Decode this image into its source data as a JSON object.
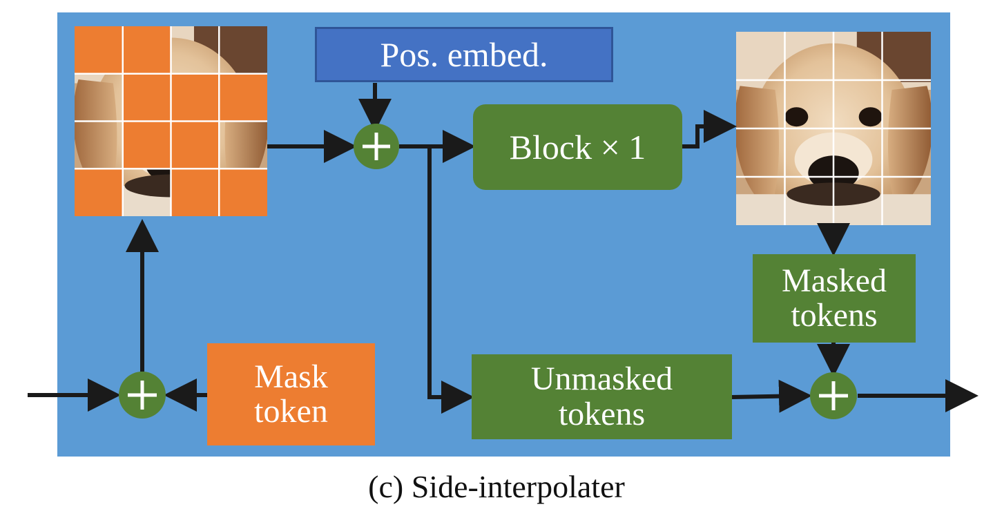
{
  "caption": "(c) Side-interpolater",
  "nodes": {
    "pos_embed": "Pos. embed.",
    "block": "Block × 1",
    "masked_tokens": [
      "Masked",
      "tokens"
    ],
    "unmasked_tokens": [
      "Unmasked",
      "tokens"
    ],
    "mask_token": [
      "Mask",
      "token"
    ]
  },
  "colors": {
    "panel": "#5b9bd5",
    "pos_embed": "#4472c4",
    "green": "#548235",
    "orange": "#ed7d31",
    "arrow": "#1a1a1a"
  },
  "input_grid": {
    "rows": 4,
    "cols": 4,
    "masked_cells": [
      [
        true,
        true,
        false,
        false
      ],
      [
        false,
        true,
        true,
        true
      ],
      [
        false,
        true,
        true,
        false
      ],
      [
        true,
        false,
        true,
        true
      ]
    ]
  },
  "output_grid": {
    "rows": 4,
    "cols": 4
  },
  "icons": [
    "plus-icon",
    "arrow-icon",
    "dog-image"
  ]
}
